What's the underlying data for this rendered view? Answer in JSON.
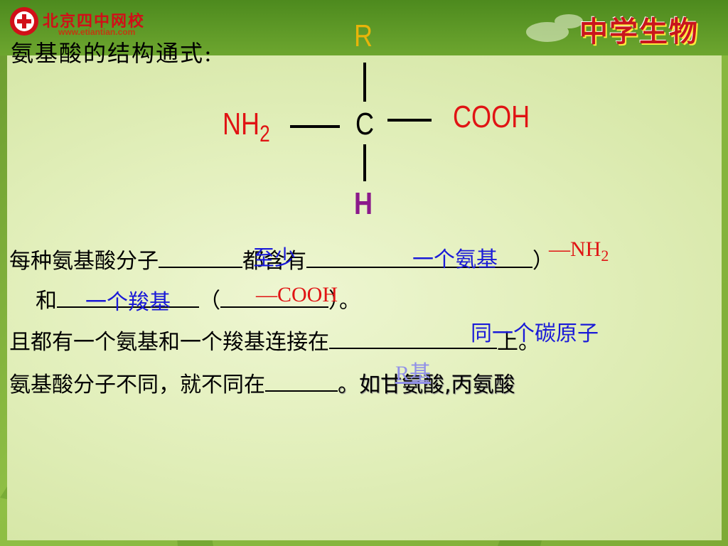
{
  "header": {
    "school_name": "北京四中网校",
    "school_url": "www.etiantian.com",
    "subject_banner": "中学生物"
  },
  "heading": "氨基酸的结构通式:",
  "formula": {
    "r_group": "R",
    "central_carbon": "C",
    "amino": "NH",
    "amino_subscript": "2",
    "carboxyl": "COOH",
    "hydrogen": "H"
  },
  "sentences": {
    "line1_a": "每种氨基酸分子",
    "line1_b": "都含有",
    "line1_c": "）",
    "line2_a": "和",
    "line2_b": "（",
    "line2_c": "）。",
    "line3_a": "且都有一个氨基和一个羧基连接在",
    "line3_b": "上。",
    "line4_a": "氨基酸分子不同，就不同在",
    "line4_b": "。如甘氨酸,丙氨酸"
  },
  "answers": {
    "at_least": "至少",
    "one_amino": "一个氨基",
    "nh2_dash": "—NH",
    "nh2_sub": "2",
    "one_carboxyl": "一个羧基",
    "cooh_dash": "—COOH",
    "same_carbon": "同一个碳原子",
    "r_group": "R基"
  },
  "colors": {
    "answer_blue": "#1a1ad8",
    "answer_red": "#e01414",
    "r_yellow": "#e8b40a",
    "h_purple": "#8b1a8b"
  }
}
